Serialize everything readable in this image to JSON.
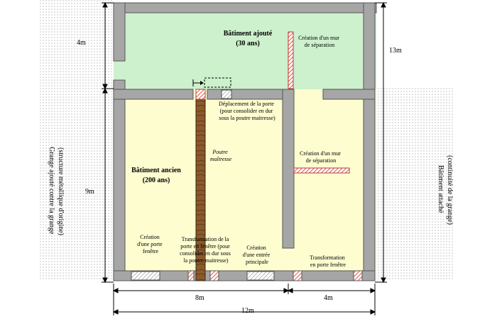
{
  "rooms": {
    "new_building": {
      "name": "Bâtiment ajouté",
      "age": "(30 ans)"
    },
    "old_building": {
      "name": "Bâtiment ancien",
      "age": "(200 ans)"
    }
  },
  "side_labels": {
    "left": [
      "Grange ajouté contre la grange",
      "(structure métallique d'origine)"
    ],
    "right": [
      "Bâtiment attaché",
      "(continuité de la grange)"
    ]
  },
  "annotations": {
    "wall_top": [
      "Création d'un mur",
      "de séparation"
    ],
    "door_move": [
      "Déplacement de la porte",
      "(pour consolider en dur",
      "sous la poutre maitresse)"
    ],
    "wall_right": [
      "Création d'un mur",
      "de séparation"
    ],
    "beam": [
      "Poutre",
      "maîtresse"
    ],
    "french_window_left": [
      "Création",
      "d'une porte",
      "fenêtre"
    ],
    "door_to_window": [
      "Transformation de la",
      "porte en fenêtre (pour",
      "consolider en dur sous",
      "la poutre maitresse)"
    ],
    "main_entrance": [
      "Création",
      "d'une entrée",
      "principale"
    ],
    "porte_fenetre_right": [
      "Transformation",
      "en porte fenêtre"
    ]
  },
  "dimensions": {
    "top_height": "4m",
    "total_height": "13m",
    "bottom_height": "9m",
    "width_left": "8m",
    "width_right": "4m",
    "total_width": "12m"
  },
  "colors": {
    "new_building_fill": "#cdf0cd",
    "old_building_fill": "#fdfdd0",
    "wall": "#a6a6a6",
    "new_wall": "#e0443a",
    "beam": "#8b5a2b",
    "dotted_zone": "#eeeeee"
  }
}
